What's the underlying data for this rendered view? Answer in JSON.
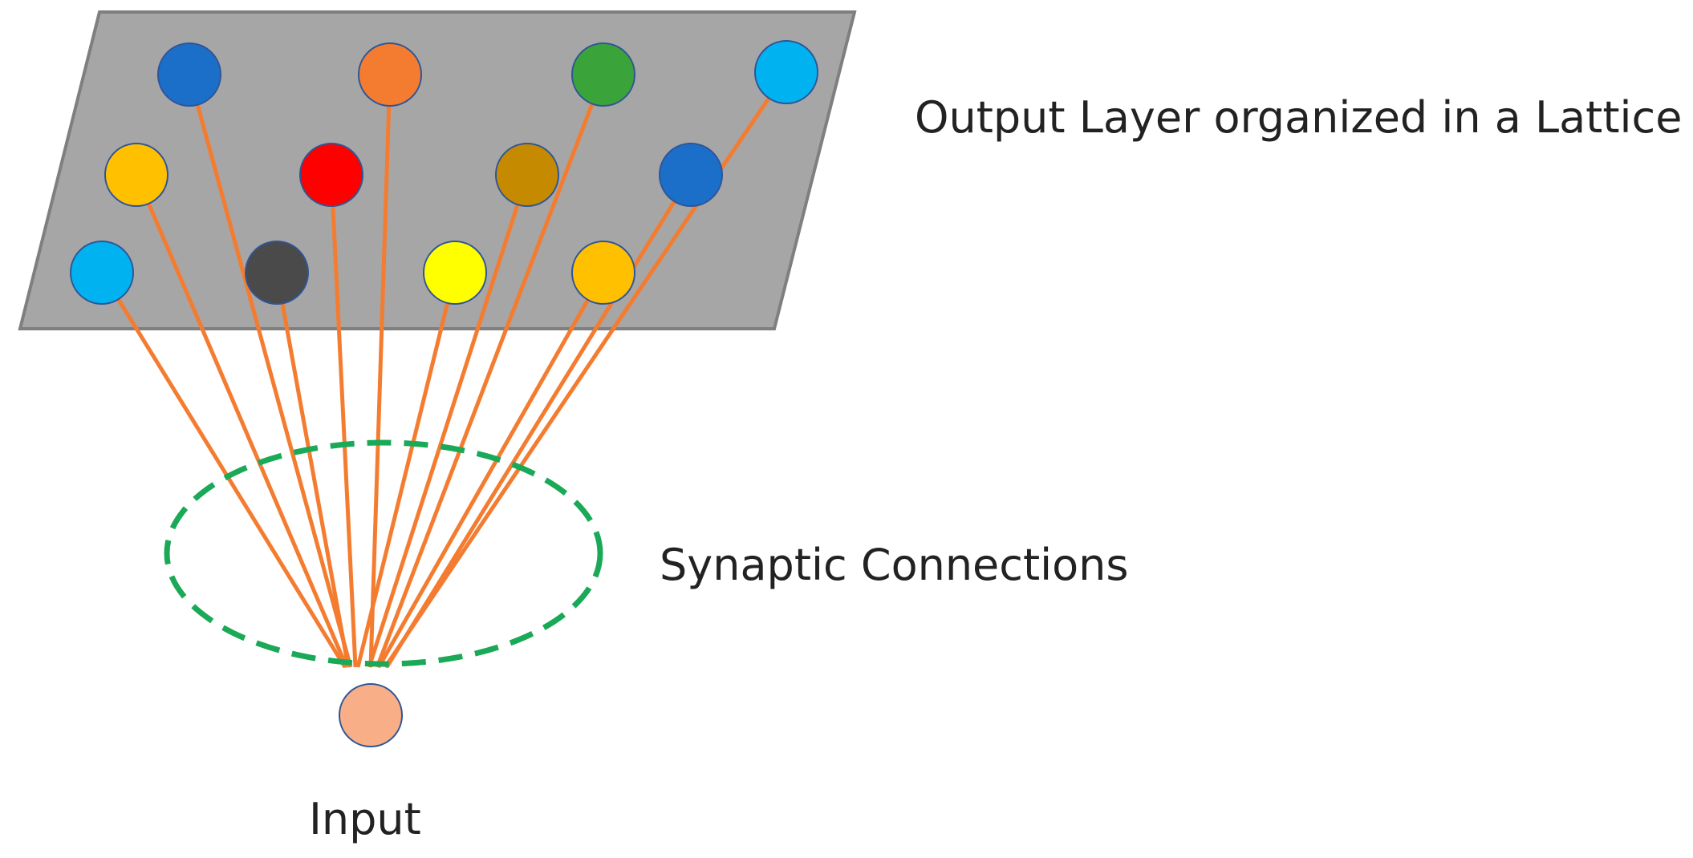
{
  "labels": {
    "output_layer": "Output Layer organized in a Lattice",
    "synaptic": "Synaptic Connections",
    "input": "Input"
  },
  "colors": {
    "lattice_fill": "#a6a6a6",
    "lattice_stroke": "#7f7f7f",
    "connection": "#f47c30",
    "synaptic_ellipse": "#1aa957",
    "node_outline": "#2f5597",
    "input_node": "#f8ae86"
  },
  "lattice": {
    "rows": [
      {
        "row": "top",
        "nodes": [
          "#1c6fc9",
          "#f47c30",
          "#3aa43a",
          "#00b2f0"
        ]
      },
      {
        "row": "middle",
        "nodes": [
          "#ffc000",
          "#ff0000",
          "#c58a00",
          "#1c6fc9"
        ]
      },
      {
        "row": "bottom",
        "nodes": [
          "#00b2f0",
          "#4a4a4a",
          "#ffff00",
          "#ffc000"
        ]
      }
    ]
  }
}
